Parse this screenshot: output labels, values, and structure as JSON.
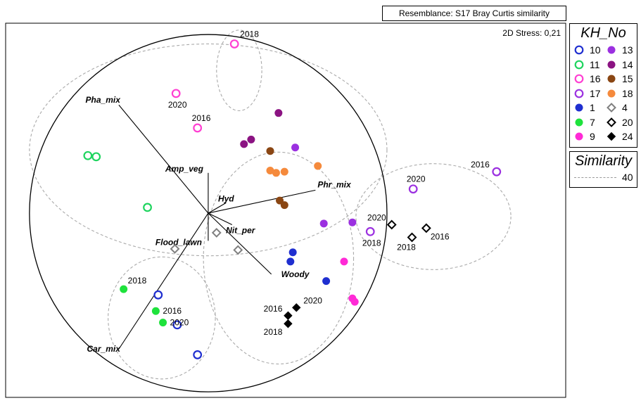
{
  "header": {
    "resemblance": "Resemblance: S17 Bray Curtis similarity"
  },
  "plot": {
    "stress": "2D Stress: 0,21"
  },
  "legend": {
    "title": "KH_No",
    "entries": [
      {
        "label": "10",
        "color": "#1f2fd0",
        "filled": false,
        "shape": "circle"
      },
      {
        "label": "13",
        "color": "#9b30e0",
        "filled": true,
        "shape": "circle"
      },
      {
        "label": "11",
        "color": "#1ed45e",
        "filled": false,
        "shape": "circle"
      },
      {
        "label": "14",
        "color": "#8b1382",
        "filled": true,
        "shape": "circle"
      },
      {
        "label": "16",
        "color": "#ff3fd2",
        "filled": false,
        "shape": "circle"
      },
      {
        "label": "15",
        "color": "#8a4613",
        "filled": true,
        "shape": "circle"
      },
      {
        "label": "17",
        "color": "#9b30e0",
        "filled": false,
        "shape": "circle"
      },
      {
        "label": "18",
        "color": "#f58a3c",
        "filled": true,
        "shape": "circle"
      },
      {
        "label": "1",
        "color": "#1f2fd0",
        "filled": true,
        "shape": "circle"
      },
      {
        "label": "4",
        "color": "#808080",
        "filled": false,
        "shape": "diamond"
      },
      {
        "label": "7",
        "color": "#1ee23c",
        "filled": true,
        "shape": "circle"
      },
      {
        "label": "20",
        "color": "#000000",
        "filled": false,
        "shape": "diamond"
      },
      {
        "label": "9",
        "color": "#ff2ad6",
        "filled": true,
        "shape": "circle"
      },
      {
        "label": "24",
        "color": "#000000",
        "filled": true,
        "shape": "diamond"
      }
    ]
  },
  "similarity_legend": {
    "title": "Similarity",
    "value": "40"
  },
  "chart_data": {
    "type": "scatter",
    "title": "",
    "xlabel": "",
    "ylabel": "",
    "series": [
      {
        "name": "10",
        "color": "#1f2fd0",
        "filled": false,
        "shape": "circle",
        "points": [
          {
            "x": -0.42,
            "y": -0.71
          },
          {
            "x": -0.26,
            "y": -0.97
          },
          {
            "x": -0.09,
            "y": -1.23
          }
        ]
      },
      {
        "name": "11",
        "color": "#1ed45e",
        "filled": false,
        "shape": "circle",
        "points": [
          {
            "x": -1.01,
            "y": 0.5
          },
          {
            "x": -0.94,
            "y": 0.49
          },
          {
            "x": -0.51,
            "y": 0.05
          }
        ]
      },
      {
        "name": "16",
        "color": "#ff3fd2",
        "filled": false,
        "shape": "circle",
        "points": [
          {
            "x": -0.27,
            "y": 1.04
          },
          {
            "x": -0.09,
            "y": 0.74
          },
          {
            "x": 0.22,
            "y": 1.47
          }
        ]
      },
      {
        "name": "17",
        "color": "#9b30e0",
        "filled": false,
        "shape": "circle",
        "points": [
          {
            "x": 2.42,
            "y": 0.36
          },
          {
            "x": 1.72,
            "y": 0.21
          },
          {
            "x": 1.36,
            "y": -0.16
          }
        ]
      },
      {
        "name": "1",
        "color": "#1f2fd0",
        "filled": true,
        "shape": "circle",
        "points": [
          {
            "x": 0.69,
            "y": -0.42
          },
          {
            "x": 0.71,
            "y": -0.34
          },
          {
            "x": 0.99,
            "y": -0.59
          }
        ]
      },
      {
        "name": "7",
        "color": "#1ee23c",
        "filled": true,
        "shape": "circle",
        "points": [
          {
            "x": -0.71,
            "y": -0.66
          },
          {
            "x": -0.44,
            "y": -0.85
          },
          {
            "x": -0.38,
            "y": -0.95
          }
        ]
      },
      {
        "name": "9",
        "color": "#ff2ad6",
        "filled": true,
        "shape": "circle",
        "points": [
          {
            "x": 1.14,
            "y": -0.42
          },
          {
            "x": 1.21,
            "y": -0.74
          },
          {
            "x": 1.23,
            "y": -0.77
          }
        ]
      },
      {
        "name": "13",
        "color": "#9b30e0",
        "filled": true,
        "shape": "circle",
        "points": [
          {
            "x": 0.73,
            "y": 0.57
          },
          {
            "x": 0.97,
            "y": -0.09
          },
          {
            "x": 1.21,
            "y": -0.08
          }
        ]
      },
      {
        "name": "14",
        "color": "#8b1382",
        "filled": true,
        "shape": "circle",
        "points": [
          {
            "x": 0.3,
            "y": 0.6
          },
          {
            "x": 0.36,
            "y": 0.64
          },
          {
            "x": 0.59,
            "y": 0.87
          }
        ]
      },
      {
        "name": "15",
        "color": "#8a4613",
        "filled": true,
        "shape": "circle",
        "points": [
          {
            "x": 0.52,
            "y": 0.54
          },
          {
            "x": 0.6,
            "y": 0.11
          },
          {
            "x": 0.64,
            "y": 0.07
          }
        ]
      },
      {
        "name": "18",
        "color": "#f58a3c",
        "filled": true,
        "shape": "circle",
        "points": [
          {
            "x": 0.52,
            "y": 0.37
          },
          {
            "x": 0.57,
            "y": 0.35
          },
          {
            "x": 0.64,
            "y": 0.36
          },
          {
            "x": 0.92,
            "y": 0.41
          }
        ]
      },
      {
        "name": "4",
        "color": "#808080",
        "filled": false,
        "shape": "diamond",
        "points": [
          {
            "x": -0.28,
            "y": -0.31
          },
          {
            "x": 0.07,
            "y": -0.17
          },
          {
            "x": 0.25,
            "y": -0.32
          }
        ]
      },
      {
        "name": "20",
        "color": "#000000",
        "filled": false,
        "shape": "diamond",
        "points": [
          {
            "x": 1.71,
            "y": -0.21
          },
          {
            "x": 1.54,
            "y": -0.1
          },
          {
            "x": 1.83,
            "y": -0.13
          }
        ]
      },
      {
        "name": "24",
        "color": "#000000",
        "filled": true,
        "shape": "diamond",
        "points": [
          {
            "x": 0.74,
            "y": -0.82
          },
          {
            "x": 0.67,
            "y": -0.89
          },
          {
            "x": 0.67,
            "y": -0.96
          }
        ]
      }
    ],
    "point_labels": [
      {
        "text": "2018",
        "x": 0.22,
        "y": 1.47
      },
      {
        "text": "2016",
        "x": -0.09,
        "y": 0.74
      },
      {
        "text": "2020",
        "x": -0.27,
        "y": 1.04
      },
      {
        "text": "2018",
        "x": 1.36,
        "y": -0.16
      },
      {
        "text": "2016",
        "x": 2.42,
        "y": 0.36
      },
      {
        "text": "2020",
        "x": 1.72,
        "y": 0.21
      },
      {
        "text": "2020",
        "x": 1.54,
        "y": -0.1
      },
      {
        "text": "2018",
        "x": 1.71,
        "y": -0.21
      },
      {
        "text": "2016",
        "x": 1.83,
        "y": -0.13
      },
      {
        "text": "2018",
        "x": -0.71,
        "y": -0.66
      },
      {
        "text": "2016",
        "x": -0.44,
        "y": -0.85
      },
      {
        "text": "2020",
        "x": -0.38,
        "y": -0.95
      },
      {
        "text": "2016",
        "x": 0.67,
        "y": -0.89
      },
      {
        "text": "2018",
        "x": 0.67,
        "y": -0.96
      },
      {
        "text": "2020",
        "x": 0.74,
        "y": -0.82
      }
    ],
    "vectors": [
      {
        "name": "Pha_mix",
        "x": -0.75,
        "y": 0.94
      },
      {
        "name": "Car_mix",
        "x": -0.75,
        "y": -1.18
      },
      {
        "name": "Phr_mix",
        "x": 0.9,
        "y": 0.2
      },
      {
        "name": "Woody",
        "x": 0.53,
        "y": -0.53
      },
      {
        "name": "Amp_veg",
        "x": 0.0,
        "y": 0.35
      },
      {
        "name": "Flood_lawn",
        "x": 0.0,
        "y": -0.24
      },
      {
        "name": "Hyd",
        "x": 0.15,
        "y": 0.09
      },
      {
        "name": "Nit_per",
        "x": 0.2,
        "y": -0.1
      }
    ],
    "correlation_circle": {
      "cx": 0.0,
      "cy": 0.0,
      "r": 1.5
    },
    "similarity_level": 40,
    "similarity_contours": [
      {
        "x": 0.0,
        "y": 0.55,
        "rx": 1.5,
        "ry": 0.92
      },
      {
        "x": 0.59,
        "y": -0.39,
        "rx": 0.63,
        "ry": 0.92
      },
      {
        "x": -0.39,
        "y": -0.91,
        "rx": 0.45,
        "ry": 0.53
      },
      {
        "x": 0.26,
        "y": 1.24,
        "rx": 0.19,
        "ry": 0.35
      },
      {
        "x": 1.89,
        "y": -0.03,
        "rx": 0.65,
        "ry": 0.46
      }
    ],
    "xlim": [
      -1.7,
      3.0
    ],
    "ylim": [
      -1.6,
      1.65
    ],
    "legend_position": "right"
  }
}
